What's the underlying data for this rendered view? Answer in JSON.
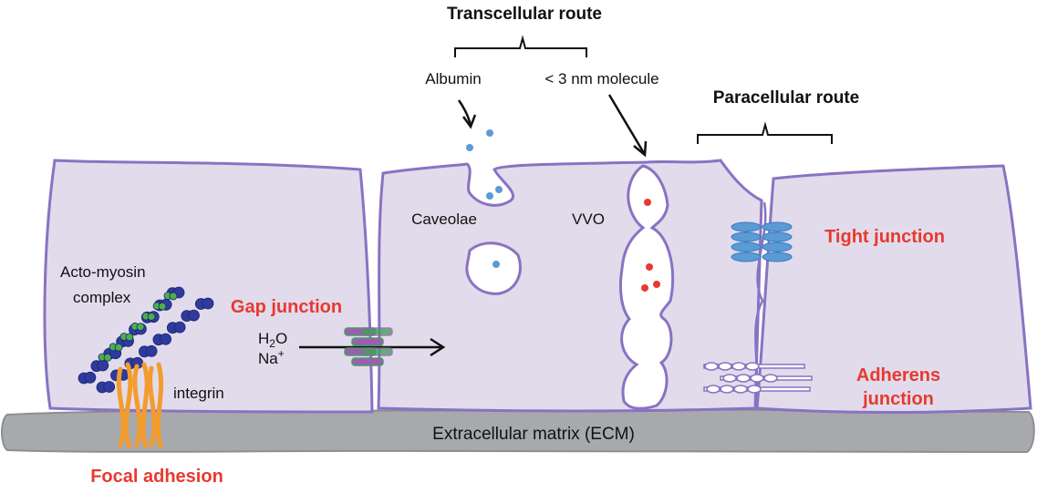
{
  "labels": {
    "transcellular_route": "Transcellular route",
    "paracellular_route": "Paracellular route",
    "albumin": "Albumin",
    "small_molecule": "< 3 nm molecule",
    "caveolae": "Caveolae",
    "vvo": "VVO",
    "acto_myosin_line1": "Acto-myosin",
    "acto_myosin_line2": "complex",
    "gap_junction": "Gap junction",
    "h2o_h": "H",
    "h2o_sub": "2",
    "h2o_o": "O",
    "na": "Na",
    "na_sup": "+",
    "integrin": "integrin",
    "tight_junction": "Tight junction",
    "adherens_line1": "Adherens",
    "adherens_line2": "junction",
    "ecm": "Extracellular matrix (ECM)",
    "focal_adhesion": "Focal adhesion"
  },
  "colors": {
    "cell_fill": "#e1dbec",
    "cell_stroke": "#8873c2",
    "ecm_fill": "#a7a9ac",
    "red_label": "#e8392f",
    "albumin_dot": "#5b9bd5",
    "molecule_dot": "#e8392f",
    "tight_junction": "#5b9bd5",
    "adherens": "#8873c2",
    "gap_junction_green": "#3fa35a",
    "gap_junction_purple": "#a05bb5",
    "actin": "#2e3b9c",
    "myosin": "#4caf50",
    "integrin": "#f39c2d"
  }
}
